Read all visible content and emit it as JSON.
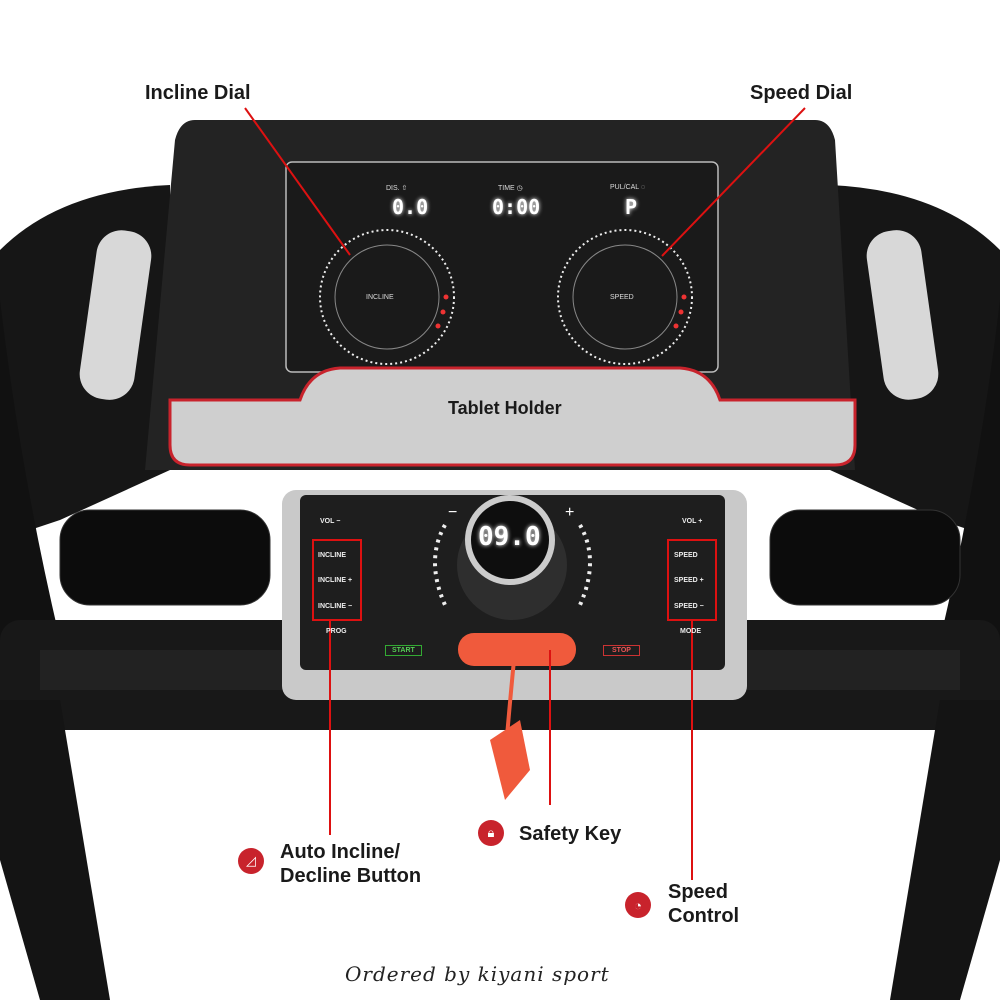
{
  "callouts": {
    "incline_dial": "Incline Dial",
    "speed_dial": "Speed Dial",
    "tablet_holder": "Tablet Holder",
    "auto_incline": [
      "Auto Incline/",
      "Decline Button"
    ],
    "safety_key": "Safety Key",
    "speed_control": [
      "Speed",
      "Control"
    ]
  },
  "screen": {
    "dis_label": "DIS. ⇧",
    "dis_value": "0.0",
    "time_label": "TIME ◷",
    "time_value": "0:00",
    "pulcal_label": "PUL/CAL ◌",
    "pulcal_value": "P",
    "incline_dial_label": "INCLINE",
    "speed_dial_label": "SPEED"
  },
  "console": {
    "display_value": "09.0",
    "minus": "−",
    "plus": "+",
    "vol_minus": "VOL −",
    "vol_plus": "VOL +",
    "left_buttons": [
      "INCLINE",
      "INCLINE +",
      "INCLINE −"
    ],
    "right_buttons": [
      "SPEED",
      "SPEED +",
      "SPEED −"
    ],
    "prog": "PROG",
    "mode": "MODE",
    "start": "START",
    "stop": "STOP"
  },
  "footer": "Ordered by kiyani sport",
  "colors": {
    "accent": "#c8232c",
    "frame": "#1b1b1b",
    "key": "#f05a3c"
  }
}
